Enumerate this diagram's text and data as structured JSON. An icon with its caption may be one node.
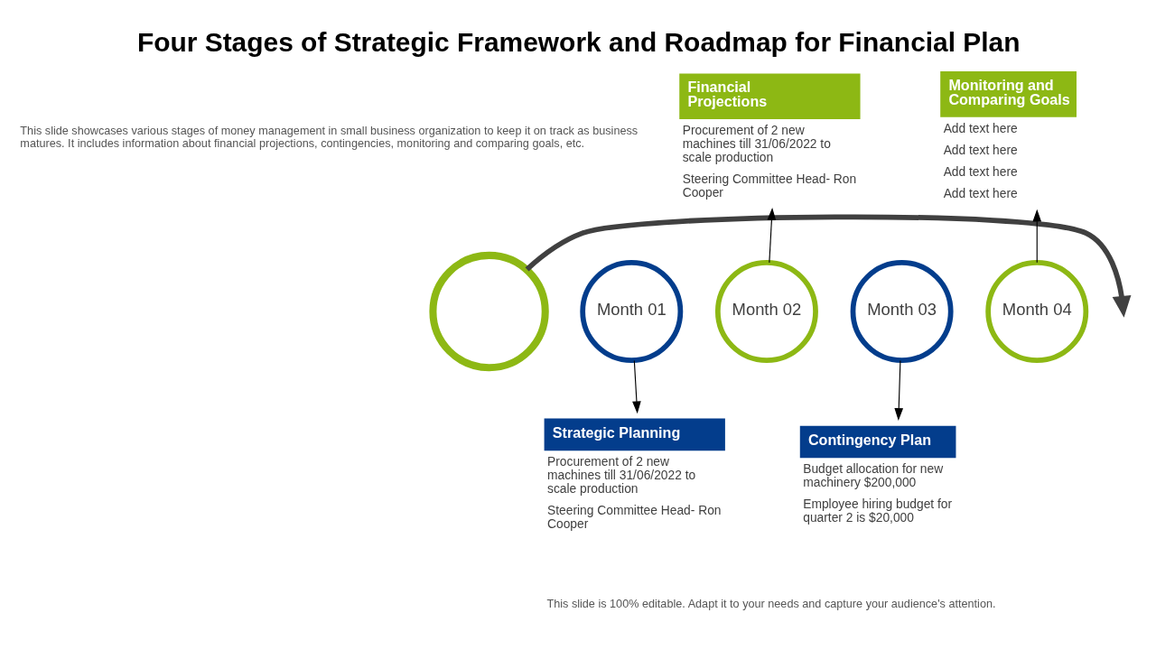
{
  "diagram": {
    "title": "Four Stages of Strategic Framework and Roadmap for Financial Plan",
    "nodes": [
      {
        "text": [],
        "shape": "circle"
      },
      {
        "text": [
          "Month 01"
        ]
      },
      {
        "text": [
          "Month 02"
        ]
      },
      {
        "text": [
          "Month 03"
        ]
      },
      {
        "text": [
          "Month 04"
        ]
      },
      {
        "text": [
          "Strategic Planning"
        ],
        "beside": [
          "Procurement of 2 new machines till 31/06/2022 to scale production",
          "Steering Committee Head- Ron Cooper"
        ]
      },
      {
        "text": [
          "Financial Projections"
        ],
        "beside": [
          "Procurement of 2 new machines till 31/06/2022 to scale production",
          "Steering Committee Head- Ron Cooper"
        ]
      },
      {
        "text": [
          "Contingency Plan"
        ],
        "beside": [
          "Budget allocation for new machinery $200,000",
          "Employee hiring budget for quarter 2 is $20,000"
        ]
      },
      {
        "text": [
          "Monitoring and Comparing Goals"
        ],
        "beside": [
          "Add text here",
          "Add text here",
          "Add text here",
          "Add text here"
        ]
      }
    ],
    "edges": [
      {
        "from": 0,
        "to": null,
        "arrow": "to",
        "style": "thick",
        "color": "#404040"
      },
      {
        "from": 1,
        "to": 5,
        "arrow": "to"
      },
      {
        "from": 2,
        "to": 6,
        "arrow": "to"
      },
      {
        "from": 3,
        "to": 7,
        "arrow": "to"
      },
      {
        "from": 4,
        "to": 8,
        "arrow": "to"
      }
    ],
    "labels": [
      "This slide showcases various stages of money management in small business organization to keep it on track as business matures. It includes information about financial projections, contingencies, monitoring and comparing goals, etc.",
      "This slide is 100% editable. Adapt it to your needs and capture your audience's attention."
    ]
  }
}
